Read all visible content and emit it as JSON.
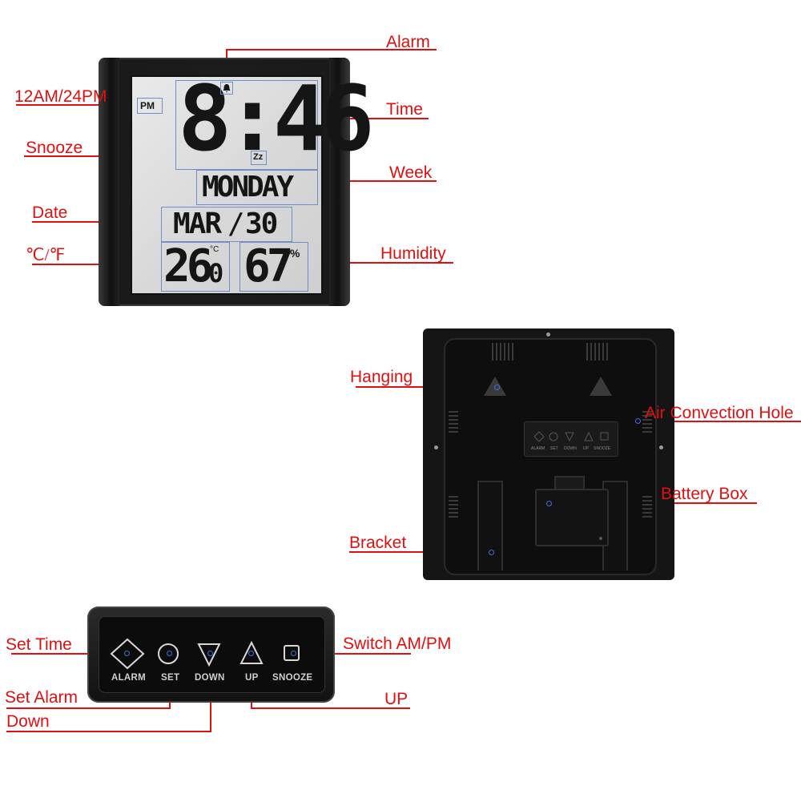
{
  "callouts": {
    "alarm": "Alarm",
    "ampm_indicator": "12AM/24PM",
    "time": "Time",
    "snooze": "Snooze",
    "week": "Week",
    "date": "Date",
    "temp_unit": "℃/℉",
    "humidity": "Humidity",
    "hanging": "Hanging",
    "air_hole": "Air Convection Hole",
    "battery_box": "Battery Box",
    "bracket": "Bracket",
    "set_time": "Set Time",
    "switch_ampm": "Switch AM/PM",
    "set_alarm": "Set Alarm",
    "up": "UP",
    "down": "Down"
  },
  "lcd": {
    "pm": "PM",
    "time": "8:46",
    "day": "MONDAY",
    "month": "MAR",
    "date_sep": "/",
    "day_num": "30",
    "temp_int": "26",
    "temp_dec": "0",
    "temp_unit": "°C",
    "humidity": "67",
    "humidity_unit": "%",
    "snooze_symbol": "Zz"
  },
  "back_buttons": [
    "ALARM",
    "SET",
    "DOWN",
    "UP",
    "SNOOZE"
  ],
  "strip_buttons": [
    "ALARM",
    "SET",
    "DOWN",
    "UP",
    "SNOOZE"
  ],
  "colors": {
    "callout": "#e01010",
    "marker": "#3d6fe0",
    "lcd_box": "#6f8fc8"
  }
}
